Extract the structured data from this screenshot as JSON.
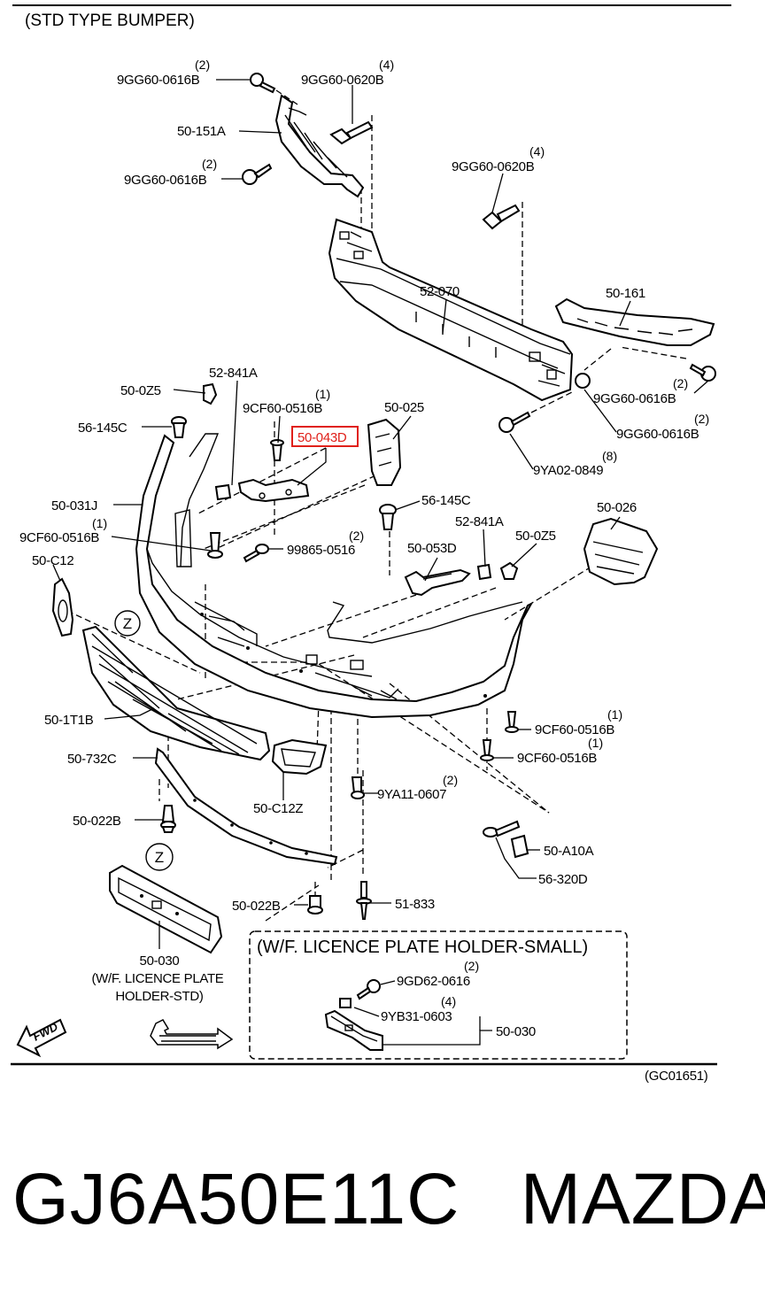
{
  "diagram": {
    "header": "(STD TYPE BUMPER)",
    "sub_box_title": "(W/F. LICENCE PLATE HOLDER-SMALL)",
    "std_holder_caption": [
      "50-030",
      "(W/F. LICENCE PLATE",
      "HOLDER-STD)"
    ],
    "fwd_label": "FWD",
    "view_marker": "Z",
    "highlight_color": "#e0201a",
    "highlighted_part": "50-043D",
    "cutoff_code": "(GC01651)",
    "callouts": [
      {
        "id": "9gg60-0616b-top",
        "part": "9GG60-0616B",
        "qty": "(2)"
      },
      {
        "id": "9gg60-0620b-top",
        "part": "9GG60-0620B",
        "qty": "(4)"
      },
      {
        "id": "50-151a",
        "part": "50-151A",
        "qty": ""
      },
      {
        "id": "9gg60-0616b-left",
        "part": "9GG60-0616B",
        "qty": "(2)"
      },
      {
        "id": "9gg60-0620b-right",
        "part": "9GG60-0620B",
        "qty": "(4)"
      },
      {
        "id": "52-070",
        "part": "52-070",
        "qty": ""
      },
      {
        "id": "50-161",
        "part": "50-161",
        "qty": ""
      },
      {
        "id": "9gg60-0616b-r1",
        "part": "9GG60-0616B",
        "qty": "(2)"
      },
      {
        "id": "9gg60-0616b-r2",
        "part": "9GG60-0616B",
        "qty": "(2)"
      },
      {
        "id": "9ya02-0849",
        "part": "9YA02-0849",
        "qty": "(8)"
      },
      {
        "id": "52-841a-top",
        "part": "52-841A",
        "qty": ""
      },
      {
        "id": "50-0z5-top",
        "part": "50-0Z5",
        "qty": ""
      },
      {
        "id": "9cf60-0516b-top",
        "part": "9CF60-0516B",
        "qty": "(1)"
      },
      {
        "id": "50-025",
        "part": "50-025",
        "qty": ""
      },
      {
        "id": "56-145c-left",
        "part": "56-145C",
        "qty": ""
      },
      {
        "id": "50-043d",
        "part": "50-043D",
        "qty": ""
      },
      {
        "id": "50-031j",
        "part": "50-031J",
        "qty": ""
      },
      {
        "id": "56-145c-mid",
        "part": "56-145C",
        "qty": ""
      },
      {
        "id": "52-841a-mid",
        "part": "52-841A",
        "qty": ""
      },
      {
        "id": "50-026",
        "part": "50-026",
        "qty": ""
      },
      {
        "id": "9cf60-0516b-left",
        "part": "9CF60-0516B",
        "qty": "(1)"
      },
      {
        "id": "99865-0516",
        "part": "99865-0516",
        "qty": "(2)"
      },
      {
        "id": "50-0z5-mid",
        "part": "50-0Z5",
        "qty": ""
      },
      {
        "id": "50-053d",
        "part": "50-053D",
        "qty": ""
      },
      {
        "id": "50-c12",
        "part": "50-C12",
        "qty": ""
      },
      {
        "id": "50-1t1b",
        "part": "50-1T1B",
        "qty": ""
      },
      {
        "id": "9cf60-0516b-r1",
        "part": "9CF60-0516B",
        "qty": "(1)"
      },
      {
        "id": "9cf60-0516b-r2",
        "part": "9CF60-0516B",
        "qty": "(1)"
      },
      {
        "id": "50-732c",
        "part": "50-732C",
        "qty": ""
      },
      {
        "id": "9ya11-0607",
        "part": "9YA11-0607",
        "qty": "(2)"
      },
      {
        "id": "50-c12z",
        "part": "50-C12Z",
        "qty": ""
      },
      {
        "id": "50-022b-left",
        "part": "50-022B",
        "qty": ""
      },
      {
        "id": "50-a10a",
        "part": "50-A10A",
        "qty": ""
      },
      {
        "id": "56-320d",
        "part": "56-320D",
        "qty": ""
      },
      {
        "id": "50-022b-bottom",
        "part": "50-022B",
        "qty": ""
      },
      {
        "id": "51-833",
        "part": "51-833",
        "qty": ""
      },
      {
        "id": "9gd62-0616",
        "part": "9GD62-0616",
        "qty": "(2)"
      },
      {
        "id": "9yb31-0603",
        "part": "9YB31-0603",
        "qty": "(4)"
      },
      {
        "id": "50-030-small",
        "part": "50-030",
        "qty": ""
      }
    ]
  },
  "footer": {
    "part_number": "GJ6A50E11C",
    "brand": "MAZDA"
  }
}
